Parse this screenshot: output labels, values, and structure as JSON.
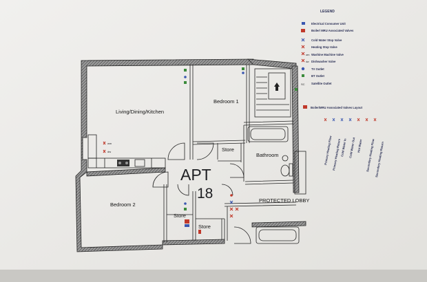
{
  "legend": {
    "title": "LEGEND",
    "items": [
      "Electrical Consumer Unit",
      "Boiler/ MRU Associated Valves",
      "Cold Water Stop Valve",
      "Heating Stop Valve",
      "Washine Machine Valve",
      "Dishwasher Valve",
      "TV Outlet",
      "BT Outlet",
      "Satellite Outlet"
    ],
    "item_codes": {
      "wm": "wm",
      "dw": "dw"
    },
    "valves_layout_title": "Boiler/MRU Associated Valves Layout",
    "valves": [
      "Primary Heating Flow",
      "Primary Heating Return",
      "Cold Water In",
      "Cold Water Out",
      "Hot Water",
      "Secondary Heating Flow",
      "Secondary Heating Return"
    ]
  },
  "plan": {
    "rooms": {
      "living": "Living/Dining/Kitchen",
      "bedroom1": "Bedroom 1",
      "bedroom2": "Bedroom 2",
      "store_top": "Store",
      "store_left": "Store",
      "store_right": "Store",
      "bathroom": "Bathroom",
      "lobby": "PROTECTED LOBBY"
    },
    "apt_label": "APT",
    "apt_number": "18",
    "kitchen_codes": {
      "wm": "wm",
      "dw": "dw"
    }
  },
  "colors": {
    "paper": "#edeceb",
    "line": "#222222",
    "legend_text": "#2a2f55",
    "valve_red": "#c0392b",
    "valve_blue": "#3a57b0"
  }
}
